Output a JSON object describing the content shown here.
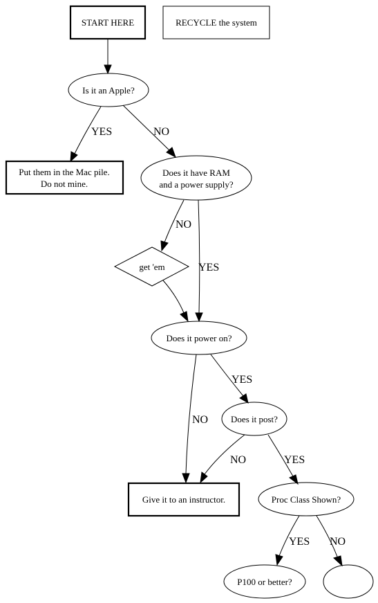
{
  "nodes": {
    "start": "START HERE",
    "recycle": "RECYCLE the system",
    "is_apple": "Is it an Apple?",
    "mac_pile": [
      "Put them in the Mac pile.",
      "Do not mine."
    ],
    "ram_power": [
      "Does it have RAM",
      "and a power supply?"
    ],
    "get_em": "get 'em",
    "power_on": "Does it power on?",
    "post": "Does it post?",
    "instructor": "Give it to an instructor.",
    "proc_class": "Proc Class Shown?",
    "p100": "P100 or better?",
    "blank": ""
  },
  "edges": {
    "apple_yes": "YES",
    "apple_no": "NO",
    "ram_no": "NO",
    "ram_yes": "YES",
    "power_yes": "YES",
    "power_no": "NO",
    "post_no": "NO",
    "post_yes": "YES",
    "proc_yes": "YES",
    "proc_no": "NO"
  }
}
